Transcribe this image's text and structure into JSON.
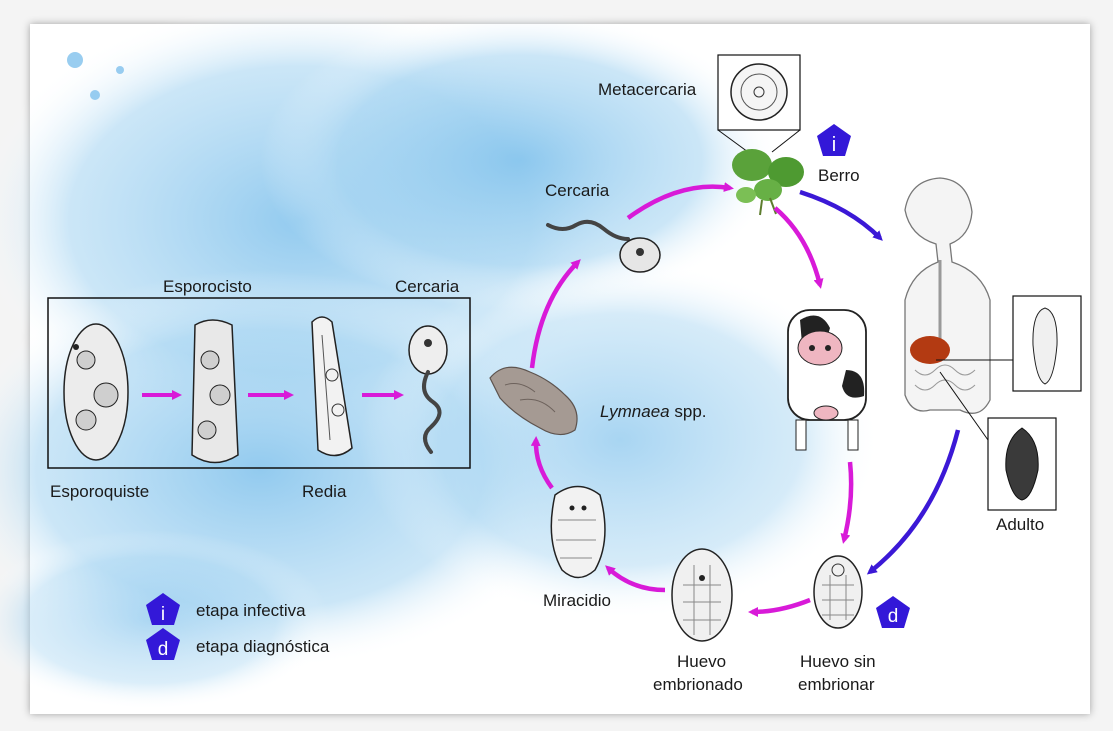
{
  "colors": {
    "pink_arrow": "#d81ad8",
    "blue_arrow": "#3b18d6",
    "badge": "#3318d8",
    "watercolor": "#8fc8ec"
  },
  "labels": {
    "metacercaria": "Metacercaria",
    "berro": "Berro",
    "cercaria_cycle": "Cercaria",
    "lymnaea_genus": "Lymnaea",
    "lymnaea_spp": " spp.",
    "miracidio": "Miracidio",
    "huevo_embrionado_1": "Huevo",
    "huevo_embrionado_2": "embrionado",
    "huevo_sin_1": "Huevo sin",
    "huevo_sin_2": "embrionar",
    "adulto": "Adulto"
  },
  "inset": {
    "esporocisto": "Esporocisto",
    "cercaria": "Cercaria",
    "esporoquiste": "Esporoquiste",
    "redia": "Redia"
  },
  "badges": {
    "infective_letter": "i",
    "diagnostic_letter": "d"
  },
  "legend": {
    "infective_letter": "i",
    "infective_text": "etapa infectiva",
    "diagnostic_letter": "d",
    "diagnostic_text": "etapa diagnóstica"
  },
  "icons": [
    "watercress-icon",
    "cow-icon",
    "human-body-icon",
    "snail-icon",
    "egg-icon",
    "embryonated-egg-icon",
    "miracidium-icon",
    "cercaria-icon",
    "metacercaria-icon",
    "adult-fluke-icon",
    "liver-icon",
    "sporocyst-icon",
    "redia-icon"
  ]
}
